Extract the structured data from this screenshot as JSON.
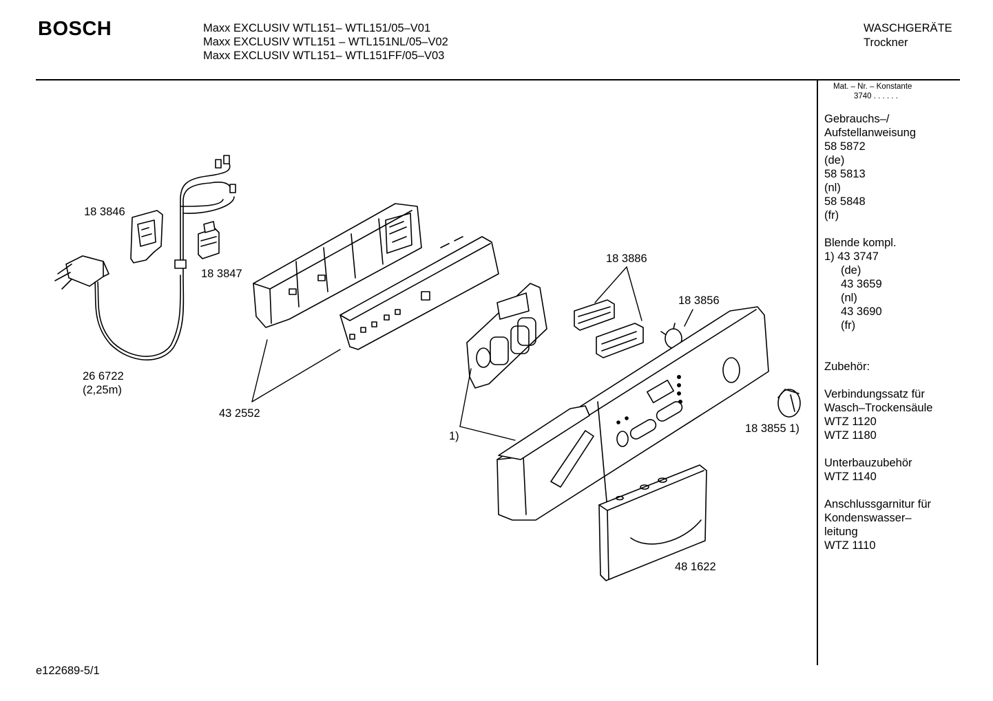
{
  "header": {
    "brand": "BOSCH",
    "models": [
      "Maxx EXCLUSIV WTL151– WTL151/05–V01",
      "Maxx EXCLUSIV WTL151 – WTL151NL/05–V02",
      "Maxx EXCLUSIV WTL151– WTL151FF/05–V03"
    ],
    "category": "WASCHGERÄTE",
    "subcategory": "Trockner"
  },
  "sidebar": {
    "mat_header": "Mat. – Nr. – Konstante",
    "mat_value": "3740 . .  . . . .",
    "lines": [
      "Gebrauchs–/",
      "Aufstellanweisung",
      "58 5872",
      "(de)",
      "58 5813",
      "(nl)",
      "58 5848",
      "(fr)",
      "",
      "Blende kompl.",
      "1) 43 3747",
      "(de)",
      "43 3659",
      "(nl)",
      "43 3690",
      "(fr)",
      "",
      "",
      "Zubehör:",
      "",
      "Verbindungssatz für",
      "Wasch–Trockensäule",
      "WTZ 1120",
      "WTZ 1180",
      "",
      "Unterbauzubehör",
      "WTZ 1140",
      "",
      "Anschlussgarnitur für",
      "Kondenswasser–",
      "leitung",
      "WTZ 1110"
    ]
  },
  "parts": {
    "p183846": "18 3846",
    "p183847": "18 3847",
    "p266722": "26 6722",
    "p266722_len": "(2,25m)",
    "p432552": "43 2552",
    "p183886": "18 3886",
    "p183856": "18 3856",
    "p1": "1)",
    "p183855": "18 3855 1)",
    "p481622": "48 1622"
  },
  "footer": {
    "code": "e122689-5/1"
  }
}
